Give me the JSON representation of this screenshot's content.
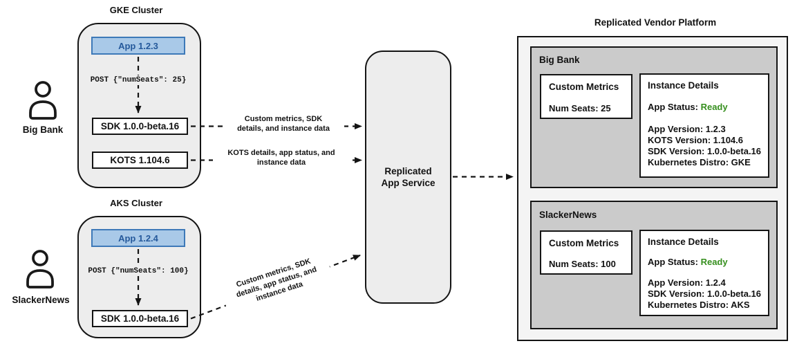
{
  "colors": {
    "app_fill": "#a9c9e8",
    "app_border": "#3d79b8",
    "app_text": "#25599b",
    "ready_green": "#368f1e"
  },
  "clusters": {
    "gke": {
      "title": "GKE Cluster",
      "app_label": "App 1.2.3",
      "post_label": "POST {\"numSeats\": 25}",
      "sdk_label": "SDK 1.0.0-beta.16",
      "kots_label": "KOTS 1.104.6",
      "user_label": "Big Bank"
    },
    "aks": {
      "title": "AKS Cluster",
      "app_label": "App 1.2.4",
      "post_label": "POST {\"numSeats\": 100}",
      "sdk_label": "SDK 1.0.0-beta.16",
      "user_label": "SlackerNews"
    }
  },
  "service": {
    "line1": "Replicated",
    "line2": "App Service"
  },
  "arrows": {
    "gke_sdk_lines": [
      "Custom metrics, SDK",
      "details, and instance data"
    ],
    "gke_kots_lines": [
      "KOTS details, app status, and",
      "instance data"
    ],
    "aks_sdk_lines": [
      "Custom metrics, SDK",
      "details, app status, and",
      "instance data"
    ]
  },
  "platform": {
    "title": "Replicated Vendor Platform",
    "sections": [
      {
        "name": "Big Bank",
        "custom_metrics": {
          "title": "Custom Metrics",
          "value": "Num Seats: 25"
        },
        "instance_details": {
          "title": "Instance Details",
          "status_label": "App Status:",
          "status_value": "Ready",
          "lines": [
            "App Version: 1.2.3",
            "KOTS Version: 1.104.6",
            "SDK Version: 1.0.0-beta.16",
            "Kubernetes Distro: GKE"
          ]
        }
      },
      {
        "name": "SlackerNews",
        "custom_metrics": {
          "title": "Custom Metrics",
          "value": "Num Seats: 100"
        },
        "instance_details": {
          "title": "Instance Details",
          "status_label": "App Status:",
          "status_value": "Ready",
          "lines": [
            "App Version: 1.2.4",
            "SDK Version: 1.0.0-beta.16",
            "Kubernetes Distro: AKS"
          ]
        }
      }
    ]
  }
}
